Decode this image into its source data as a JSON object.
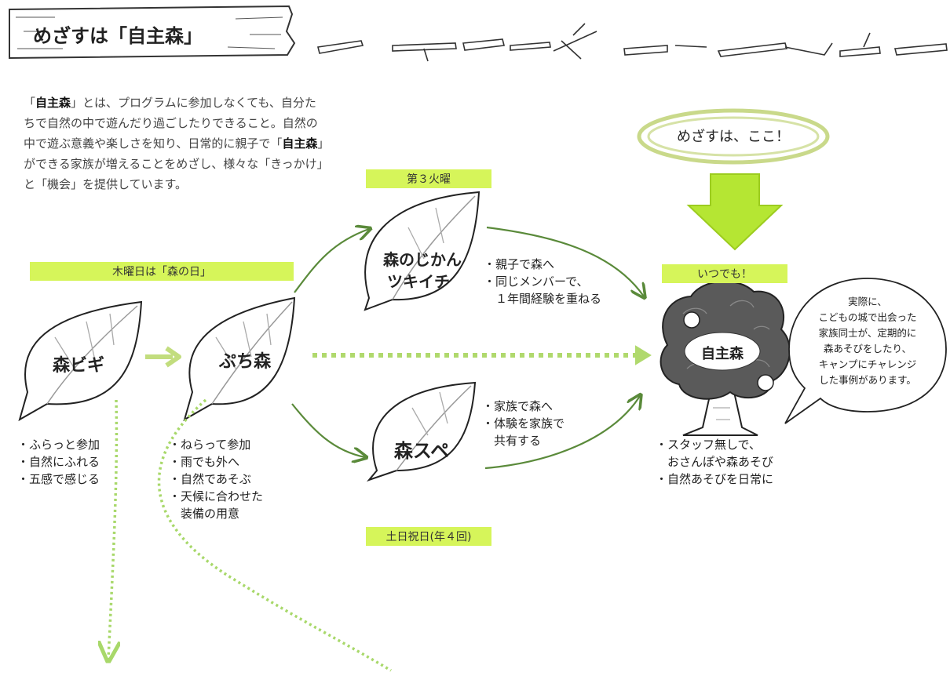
{
  "header": {
    "title": "めざすは「自主森」"
  },
  "intro": {
    "p1": "「",
    "k1": "自主森",
    "p2": "」とは、プログラムに参加しなくても、自分たちで自然の中で遊んだり過ごしたりできること。自然の中で遊ぶ意義や楽しさを知り、日常的に親子で「",
    "k2": "自主森",
    "p3": "」ができる家族が増えることをめざし、様々な「きっかけ」と「機会」を提供しています。"
  },
  "goal_bubble": "めざすは、ここ！",
  "labels": {
    "thursday": "木曜日は「森の日」",
    "third_tuesday": "第３火曜",
    "weekend": "土日祝日(年４回)",
    "anytime": "いつでも！"
  },
  "leaves": {
    "morigi": "森ビギ",
    "puchimori": "ぷち森",
    "jikan_line1": "森のじかん",
    "jikan_line2": "ツキイチ",
    "morispe": "森スペ",
    "jishumori": "自主森"
  },
  "bullets": {
    "morigi": [
      "・ふらっと参加",
      "・自然にふれる",
      "・五感で感じる"
    ],
    "puchimori": [
      "・ねらって参加",
      "・雨でも外へ",
      "・自然であそぶ",
      "・天候に合わせた",
      "　装備の用意"
    ],
    "jikan": [
      "・親子で森へ",
      "・同じメンバーで、",
      "　１年間経験を重ねる"
    ],
    "morispe": [
      "・家族で森へ",
      "・体験を家族で",
      "　共有する"
    ],
    "jishumori": [
      "・スタッフ無しで、",
      "　おさんぽや森あそび",
      "・自然あそびを日常に"
    ]
  },
  "speech_bubble": [
    "実際に、",
    "こどもの城で出会った",
    "家族同士が、定期的に",
    "森あそびをしたり、",
    "キャンプにチャレンジ",
    "した事例があります。"
  ],
  "colors": {
    "accent_green": "#d6f55a",
    "arrow_green": "#5a8a3a",
    "light_green": "#c2dd7e",
    "bubble_green": "#c9d98a",
    "big_arrow": "#b5e633",
    "dotted_green": "#a8d86a"
  }
}
